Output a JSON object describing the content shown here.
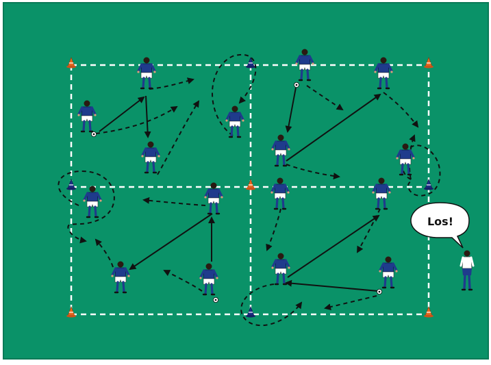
{
  "diagram": {
    "colors": {
      "field": "#0a9268",
      "field_border": "#0a7a57",
      "line": "#ffffff",
      "cone_orange": "#e86a1f",
      "cone_blue": "#1d2f86",
      "jersey": "#1f3b8c",
      "shorts": "#ffffff",
      "arrow": "#111111"
    },
    "cones": [
      {
        "id": "cone-top-left",
        "color": "orange"
      },
      {
        "id": "cone-top-mid",
        "color": "blue"
      },
      {
        "id": "cone-top-right",
        "color": "orange"
      },
      {
        "id": "cone-mid-left",
        "color": "blue"
      },
      {
        "id": "cone-center",
        "color": "orange"
      },
      {
        "id": "cone-mid-right",
        "color": "blue"
      },
      {
        "id": "cone-bottom-left",
        "color": "orange"
      },
      {
        "id": "cone-bottom-mid",
        "color": "blue"
      },
      {
        "id": "cone-bottom-right",
        "color": "orange"
      }
    ],
    "players_count": 16,
    "coach": {
      "speech": "Los!"
    }
  }
}
